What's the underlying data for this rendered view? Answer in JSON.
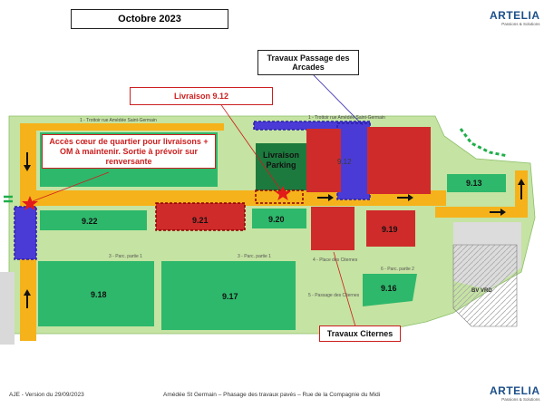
{
  "header": {
    "title": "Octobre 2023"
  },
  "logo": {
    "name": "ARTELIA",
    "tagline": "Passions & Solutions"
  },
  "callouts": {
    "travaux_arcades": "Travaux Passage des Arcades",
    "livraison": "Livraison 9.12",
    "acces": "Accès cœur de quartier pour livraisons + OM à maintenir. Sortie à prévoir sur renversante",
    "livraison_parking": "Livraison Parking",
    "travaux_citernes": "Travaux Citernes"
  },
  "lots": [
    "9.22",
    "9.21",
    "9.20",
    "9.19",
    "9.18",
    "9.17",
    "9.16",
    "9.13",
    "9.12"
  ],
  "streets": {
    "trottoir_left": "1 - Trottoir rue Amédée Saint-Germain",
    "trottoir_right": "1 - Trottoir rue Amédée Saint-Germain",
    "parc_1": "3 - Parc. partie 1",
    "parc_2": "6 - Parc. partie 2",
    "place_citernes": "4 - Place des Citernes",
    "passage_citernes": "5 - Passage des Citernes"
  },
  "bv_label": "BV VRD",
  "footer": {
    "version": "AJE - Version du 29/09/2023",
    "caption": "Amédée St Germain – Phasage des travaux pavés – Rue de la Compagnie du Midi"
  },
  "colors": {
    "lot_green": "#2eb86b",
    "lot_red": "#cf2b2b",
    "dark_green": "#1d7a3e",
    "orange_path": "#f6b21a",
    "purple": "#4b3bd6",
    "light_green_bg": "#b8dc8f"
  }
}
